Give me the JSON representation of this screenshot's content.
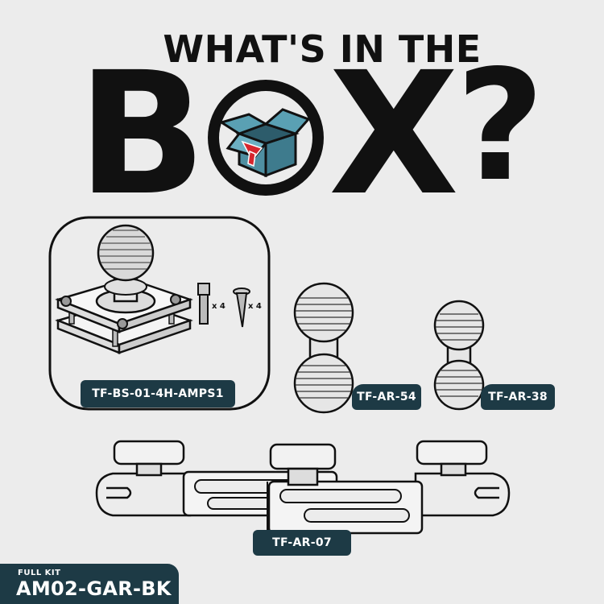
{
  "headline": {
    "line1": "WHAT'S IN THE",
    "letter_b": "B",
    "letter_x": "X",
    "letter_q": "?"
  },
  "items": [
    {
      "code": "TF-BS-01-4H-AMPS1",
      "screw_qty": "x 4",
      "bolt_qty": "x 4"
    },
    {
      "code": "TF-AR-54"
    },
    {
      "code": "TF-AR-38"
    },
    {
      "code": "TF-AR-07"
    }
  ],
  "kit": {
    "label": "FULL KIT",
    "code": "AM02-GAR-BK"
  },
  "colors": {
    "tag_bg": "#1d3a45",
    "box_teal": "#4f8fa1",
    "logo_red": "#d6262d",
    "background": "#ececec"
  },
  "icons": [
    "open-box-icon",
    "brand-logo-icon"
  ]
}
